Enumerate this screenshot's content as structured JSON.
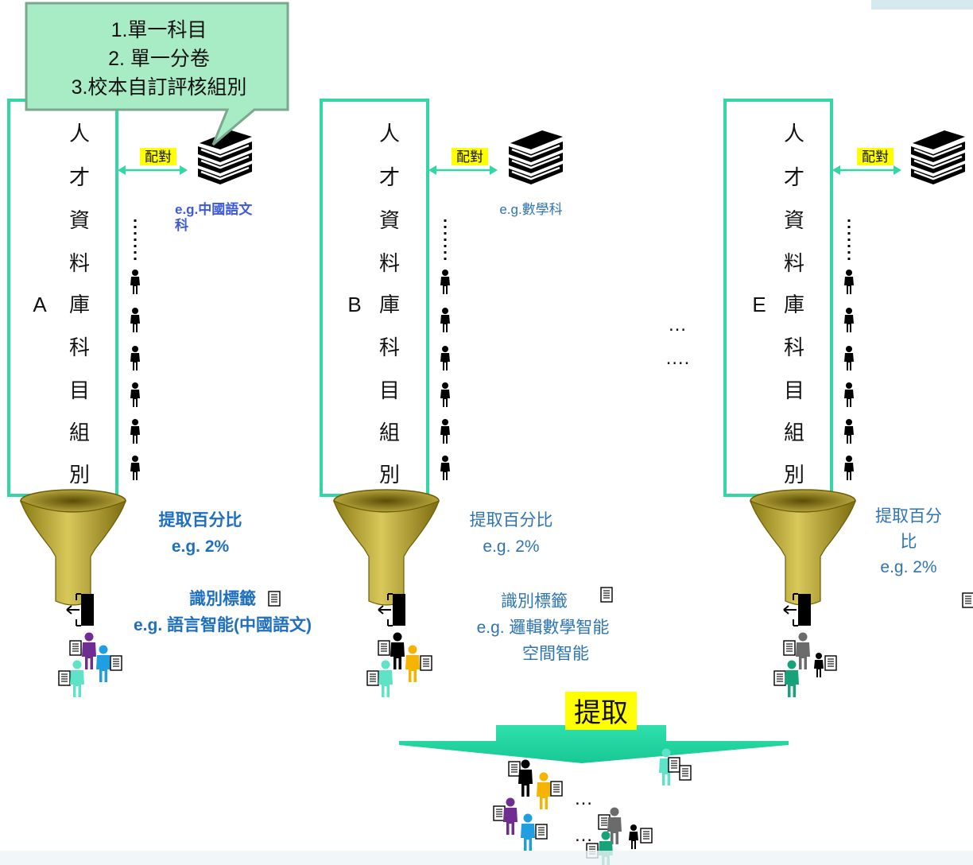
{
  "callout": {
    "line1": "1.單一科目",
    "line2": "2. 單一分卷",
    "line3": "3.校本自訂評核組別"
  },
  "columns": [
    {
      "letter": "A",
      "vertical_text": [
        "人",
        "才",
        "資",
        "料",
        "庫",
        "科",
        "目",
        "組",
        "別"
      ],
      "pair_label": "配對",
      "subject_line1": "e.g.中國語文",
      "subject_line2": "科",
      "extract_line1": "提取百分比",
      "extract_line2": "e.g. 2%",
      "tag_line1": "識別標籤",
      "tag_line2": "e.g. 語言智能(中國語文)"
    },
    {
      "letter": "B",
      "vertical_text": [
        "人",
        "才",
        "資",
        "料",
        "庫",
        "科",
        "目",
        "組",
        "別"
      ],
      "pair_label": "配對",
      "subject_line1": "e.g.數學科",
      "extract_line1": "提取百分比",
      "extract_line2": "e.g. 2%",
      "tag_line1": "識別標籤",
      "tag_line2": "e.g. 邏輯數學智能",
      "tag_line3": "空間智能"
    },
    {
      "letter": "E",
      "vertical_text": [
        "人",
        "才",
        "資",
        "料",
        "庫",
        "科",
        "目",
        "組",
        "別"
      ],
      "pair_label": "配對",
      "extract_line1": "提取百分",
      "extract_line2": "比",
      "extract_line3": "e.g. 2%"
    }
  ],
  "ellipsis_top": "…",
  "ellipsis_bottom": "….",
  "extract_banner": "提取",
  "result_ellipsis_1": "…",
  "result_ellipsis_2": "…",
  "colors": {
    "frame": "#33d6a4",
    "callout_fill": "#a8ecc6",
    "callout_stroke": "#7aa88d",
    "highlight": "#ffff00",
    "blue_bold": "#1f6fc1",
    "blue_text": "#2e74b5",
    "purple_text": "#3b5bdb",
    "funnel": "#b9a72f",
    "banner": "#2fe0ae"
  }
}
